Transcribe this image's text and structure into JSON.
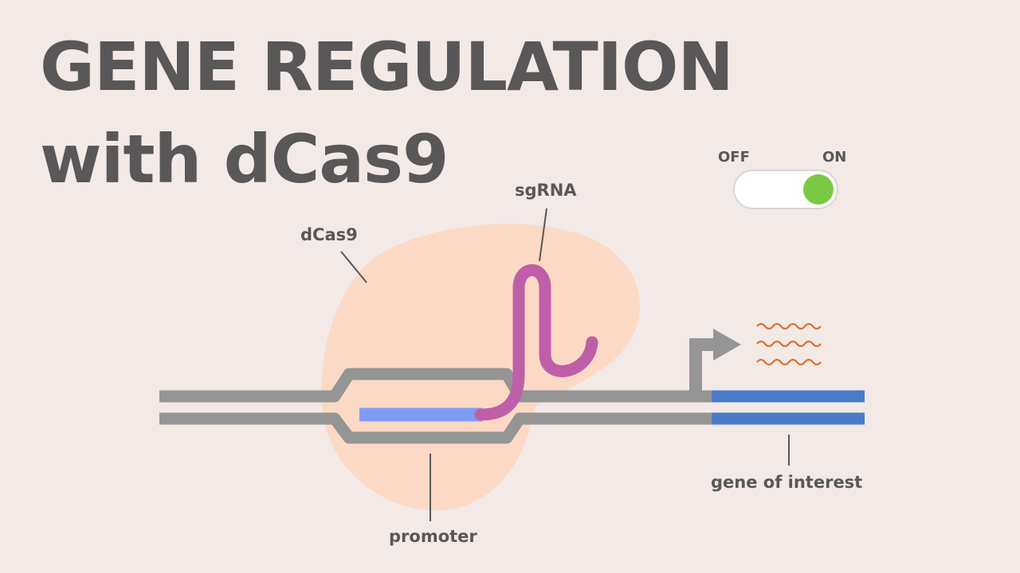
{
  "title": {
    "line1": "GENE REGULATION",
    "line2": "with dCas9"
  },
  "labels": {
    "dcas9": "dCas9",
    "sgrna": "sgRNA",
    "promoter": "promoter",
    "gene": "gene of interest"
  },
  "toggle": {
    "off_label": "OFF",
    "on_label": "ON",
    "state": "on"
  },
  "colors": {
    "background": "#f3e9e7",
    "text": "#595758",
    "dna_strand": "#959595",
    "protein_blob": "#fbd9c4",
    "sgrna": "#bf5fa8",
    "guide_segment": "#7f9cf5",
    "gene_region": "#4a7cc9",
    "transcripts": "#e0702e",
    "toggle_on": "#7ac943"
  }
}
